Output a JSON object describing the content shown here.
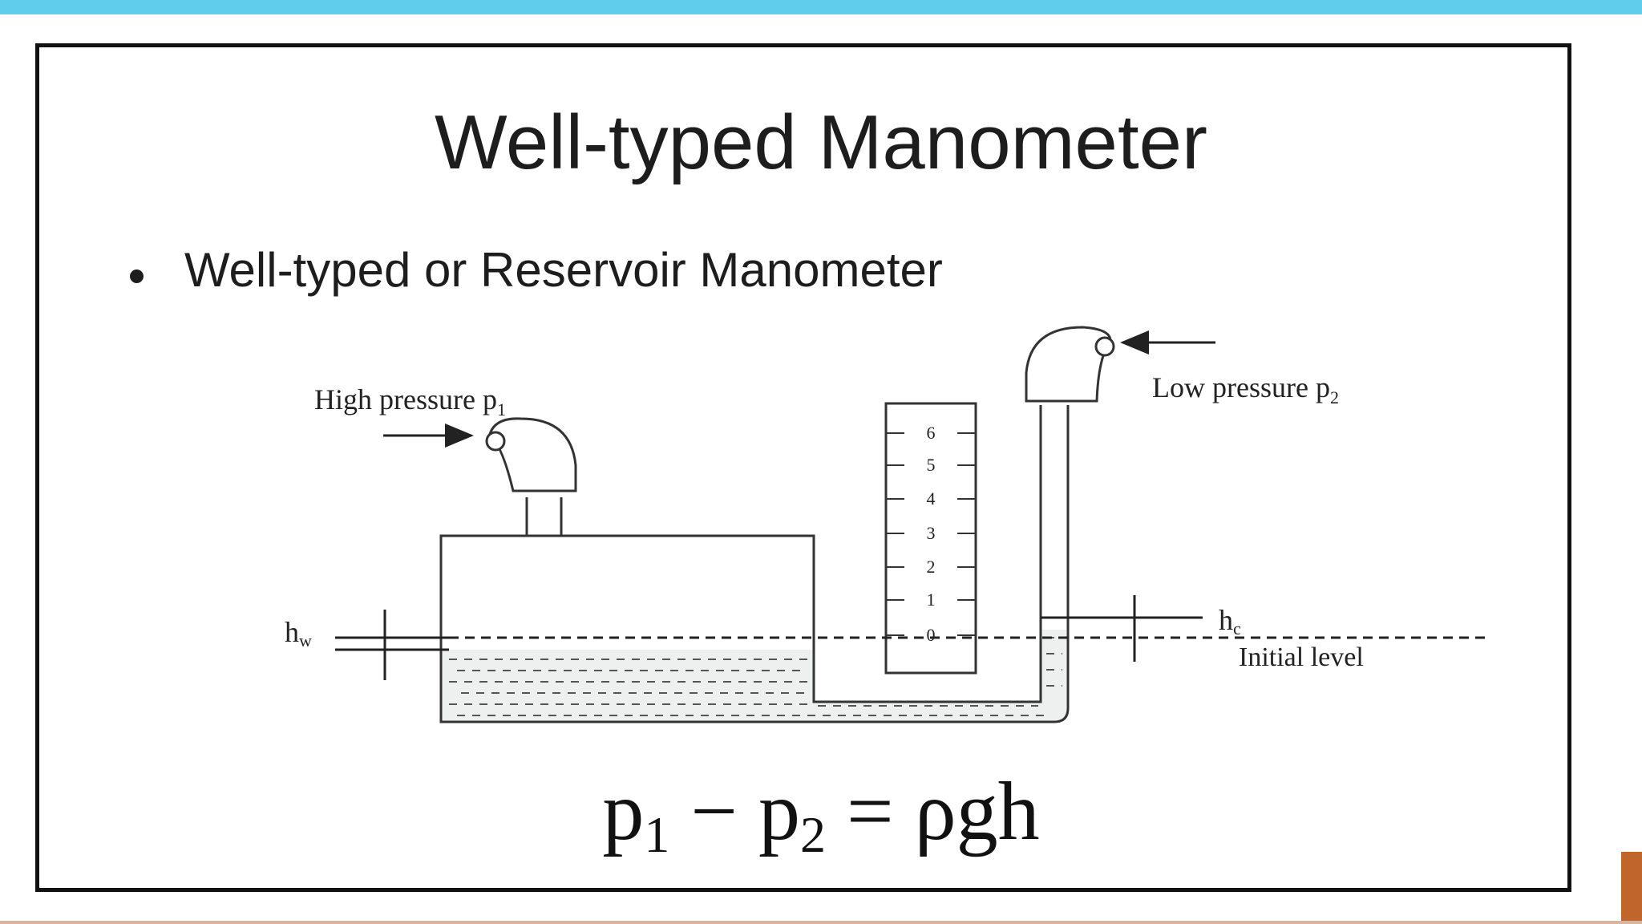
{
  "slide": {
    "title": "Well-typed Manometer",
    "bullet": "Well-typed or Reservoir Manometer"
  },
  "diagram": {
    "high_pressure_label": "High pressure p",
    "high_pressure_sub": "1",
    "low_pressure_label": "Low pressure p",
    "low_pressure_sub": "2",
    "hw_label": "h",
    "hw_sub": "w",
    "hc_label": "h",
    "hc_sub": "c",
    "initial_level_label": "Initial level",
    "scale_ticks": [
      "6",
      "5",
      "4",
      "3",
      "2",
      "1",
      "0"
    ]
  },
  "formula": {
    "p": "p",
    "sub1": "1",
    "minus": " − ",
    "sub2": "2",
    "rhs": " = ρgh"
  },
  "colors": {
    "top_bar": "#5fcdeb",
    "frame": "#111111",
    "accent_bar": "#c0662d"
  }
}
